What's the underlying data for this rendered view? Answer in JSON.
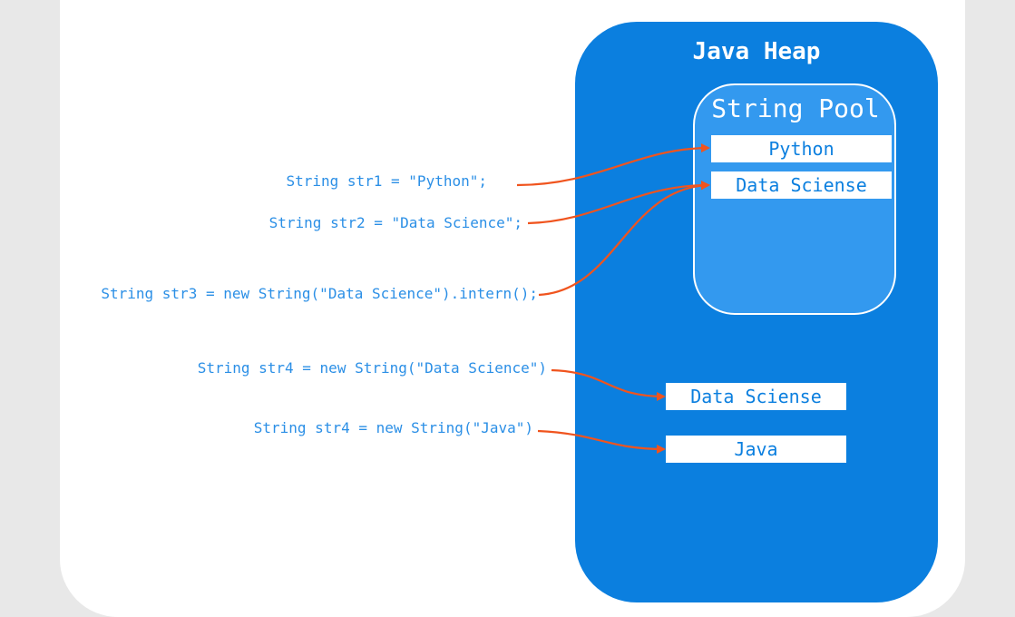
{
  "colors": {
    "heap": "#0b7fdf",
    "pool": "#3399ef",
    "text": "#2b8fe6",
    "arrow": "#f0541e"
  },
  "heap": {
    "title": "Java Heap"
  },
  "pool": {
    "title": "String Pool"
  },
  "boxes": {
    "python": "Python",
    "data_pool": "Data Sciense",
    "data_heap": "Data Sciense",
    "java": "Java"
  },
  "code": {
    "line1": "String str1 = \"Python\";",
    "line2": "String str2 = \"Data Science\";",
    "line3": "String str3 = new String(\"Data Science\").intern();",
    "line4": "String str4 = new String(\"Data Science\")",
    "line5": "String str4 = new String(\"Java\")"
  }
}
